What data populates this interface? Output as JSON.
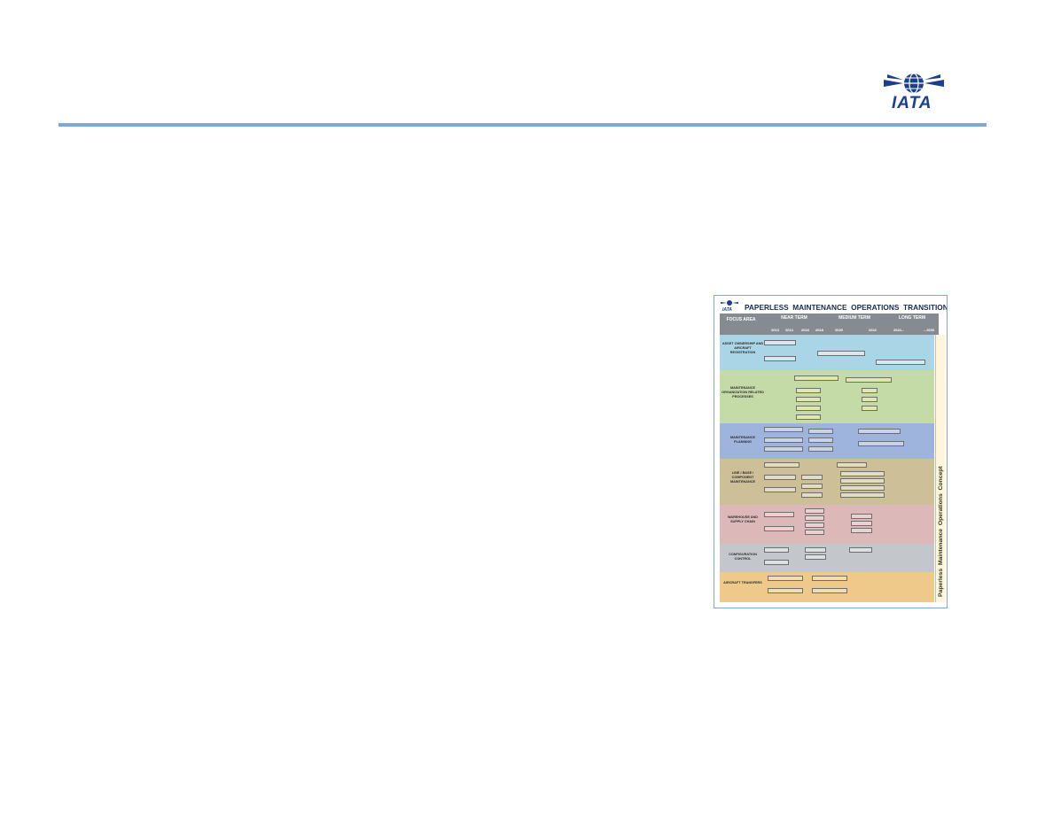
{
  "header": {
    "logo_text": "IATA"
  },
  "roadmap": {
    "title": "PAPERLESS  MAINTENANCE  OPERATIONS  TRANSITION  ROADMAP",
    "focus_area": "FOCUS AREA",
    "terms": [
      "NEAR TERM",
      "MEDIUM TERM",
      "LONG TERM"
    ],
    "years": [
      "2013",
      "2014",
      "2016",
      "2018",
      "2020",
      "2022",
      "2024...",
      "...2030"
    ],
    "side_label": "Paperless  Maintenance  Operations  Concept",
    "bands": [
      {
        "label": "ASSET OWNERSHIP AND AIRCRAFT REGISTRATION",
        "color": "#a9d5e6"
      },
      {
        "label": "MAINTENANCE ORGANIZATION RELATED PROCESSES",
        "color": "#c5dba7"
      },
      {
        "label": "MAINTENANCE PLANNING",
        "color": "#9fb4dc"
      },
      {
        "label": "LINE / BASE / COMPONENT MAINTENANCE",
        "color": "#cdbf98"
      },
      {
        "label": "WAREHOUSE AND SUPPLY CHAIN",
        "color": "#dcb8b8"
      },
      {
        "label": "CONFIGURATION CONTROL",
        "color": "#c3c7cc"
      },
      {
        "label": "AIRCRAFT TRANSFERS",
        "color": "#efc98a"
      }
    ]
  }
}
